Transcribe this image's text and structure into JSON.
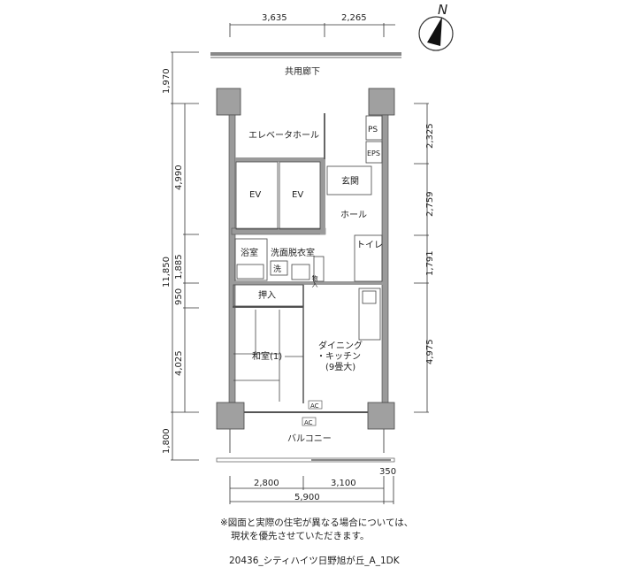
{
  "compass": {
    "label": "N"
  },
  "dimensions": {
    "top": [
      "3,635",
      "2,265"
    ],
    "left_outer": [
      "1,970",
      "11,850",
      "1,800"
    ],
    "left_inner": [
      "4,990",
      "1,885",
      "950",
      "4,025"
    ],
    "right": [
      "2,325",
      "2,759",
      "1,791",
      "4,975"
    ],
    "bottom": [
      "2,800",
      "3,100",
      "5,900",
      "350"
    ]
  },
  "rooms": {
    "corridor": "共用廊下",
    "elevator_hall": "エレベータホール",
    "ev1": "EV",
    "ev2": "EV",
    "ps": "PS",
    "eps": "EPS",
    "entrance": "玄関",
    "hall": "ホール",
    "bath": "浴室",
    "washroom": "洗面脱衣室",
    "washer": "洗",
    "storage": "物入",
    "toilet": "トイレ",
    "closet": "押入",
    "washitsu": "和室(1)",
    "dk_line1": "ダイニング",
    "dk_line2": "・キッチン",
    "dk_line3": "(9畳大)",
    "ac1": "AC",
    "ac2": "AC",
    "balcony": "バルコニー"
  },
  "notes": {
    "line1": "※図面と実際の住宅が異なる場合については、",
    "line2": "現状を優先させていただきます。",
    "caption": "20436_シティハイツ日野旭が丘_A_1DK"
  },
  "colors": {
    "wall": "#9a9a9a",
    "pillar": "#a0a0a0",
    "line": "#333333"
  }
}
